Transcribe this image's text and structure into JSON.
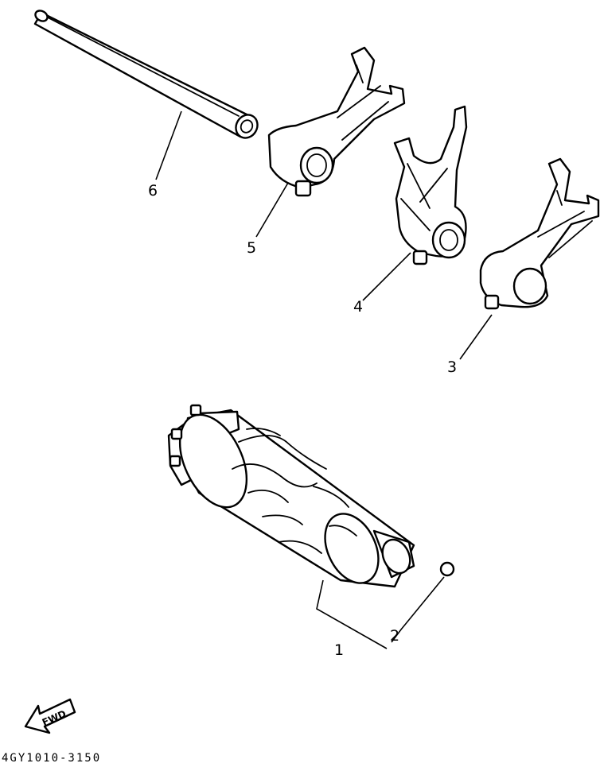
{
  "callouts": {
    "c1": "1",
    "c2": "2",
    "c3": "3",
    "c4": "4",
    "c5": "5",
    "c6": "6"
  },
  "fwd_label": "FWD",
  "diagram_code": "4GY1010-3150",
  "parts": [
    {
      "ref": "1",
      "icon": "shift-cam-drum-icon"
    },
    {
      "ref": "2",
      "icon": "ball-bearing-icon"
    },
    {
      "ref": "3",
      "icon": "shift-fork-3-icon"
    },
    {
      "ref": "4",
      "icon": "shift-fork-2-icon"
    },
    {
      "ref": "5",
      "icon": "shift-fork-1-icon"
    },
    {
      "ref": "6",
      "icon": "guide-bar-icon"
    }
  ]
}
